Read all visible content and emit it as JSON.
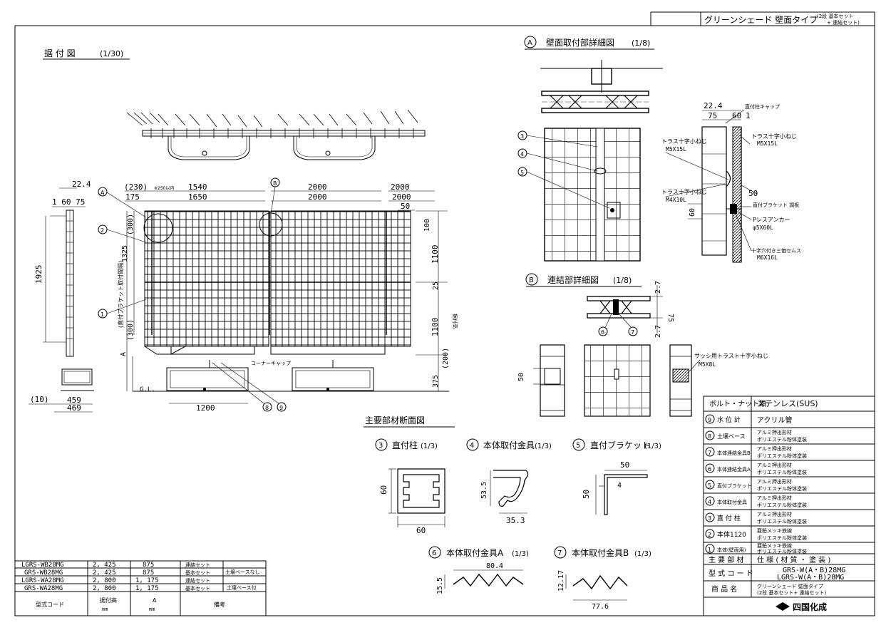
{
  "title_block": {
    "product": "グリーンシェード 壁面タイプ",
    "variant_line1": "(2段 基本セット",
    "variant_line2": "+ 連結セット)"
  },
  "views": {
    "installation": {
      "label": "据 付 図",
      "scale": "(1/30)"
    },
    "detail_a": {
      "marker": "A",
      "label": "壁面取付部詳細図",
      "scale": "(1/8)"
    },
    "detail_b": {
      "marker": "B",
      "label": "連結部詳細図",
      "scale": "(1/8)"
    },
    "sections": {
      "label": "主要部材断面図"
    }
  },
  "dims": {
    "d22_4": "22.4",
    "d1_60_75": "1 60 75",
    "d1925": "1925",
    "d1325": "1325",
    "d300a": "(300)",
    "d300b": "(300)",
    "d230": "(230)",
    "d230note": "※250以内",
    "d175": "175",
    "d1540": "1540",
    "d1650": "1650",
    "d2000a": "2000",
    "d2000b": "2000",
    "d2000c": "2000",
    "d2000d": "2000",
    "d50": "50",
    "d100": "100",
    "d1100a": "1100",
    "d25": "25",
    "d1100b": "1100",
    "d200": "(200)",
    "d375": "375",
    "dA": "A",
    "dGL": "G.L.",
    "d1200": "1200",
    "d10": "(10)",
    "d459": "459",
    "d469": "469",
    "bracket_note": "(直付ブラケット取付間隔)",
    "height_note": "据付高",
    "corner_cap": "コーナーキャップ",
    "a_224": "22.4",
    "a_75": "75",
    "a_60": "60",
    "a_1": "1",
    "a_50": "50",
    "a_60v": "60",
    "b_27a": "2.7",
    "b_27b": "2.7",
    "b_75": "75",
    "b_50": "50"
  },
  "callouts": {
    "cA": "A",
    "cB": "B",
    "c1": "1",
    "c2": "2",
    "c3": "3",
    "c4": "4",
    "c5": "5",
    "c6": "6",
    "c7": "7",
    "c8": "8",
    "c9": "9"
  },
  "detail_notes": {
    "n1": "直付柱キャップ",
    "n2a": "トラス十字小ねじ",
    "n2b": "M5X15L",
    "n3a": "トラス十字小ねじ",
    "n3b": "M5X15L",
    "n4a": "トラス十字小ねじ",
    "n4b": "M4X10L",
    "n5": "直付ブラケット 調板",
    "n6a": "Pレスアンカー",
    "n6b": "φ5X60L",
    "n7a": "十字穴付き三価セムス",
    "n7b": "M6X16L",
    "n8a": "サッシ用トラスト十字小ねじ",
    "n8b": "M5X8L"
  },
  "sections": {
    "s3": {
      "num": "3",
      "label": "直付柱",
      "scale": "(1/3)",
      "w": "60",
      "h": "60"
    },
    "s4": {
      "num": "4",
      "label": "本体取付金具",
      "scale": "(1/3)",
      "h": "53.5",
      "w": "35.3"
    },
    "s5": {
      "num": "5",
      "label": "直付ブラケット",
      "scale": "(1/3)",
      "w": "50",
      "h": "50",
      "t": "4"
    },
    "s6": {
      "num": "6",
      "label": "本体取付金具A",
      "scale": "(1/3)",
      "w": "80.4",
      "h": "15.5"
    },
    "s7": {
      "num": "7",
      "label": "本体取付金具B",
      "scale": "(1/3)",
      "w": "77.6",
      "h": "12.17"
    }
  },
  "model_table": {
    "rows": [
      [
        "LGRS-WB28MG",
        "2, 425",
        "875",
        "連結セット"
      ],
      [
        "GRS-WB28MG",
        "2, 425",
        "875",
        "基本セット"
      ],
      [
        "LGRS-WA28MG",
        "2, 800",
        "1, 175",
        "連結セット"
      ],
      [
        "GRS-WA28MG",
        "2, 800",
        "1, 175",
        "基本セット"
      ]
    ],
    "note_b": "土壌ベースなし",
    "note_a": "土壌ベース付",
    "headers": [
      "型式コード",
      "据付高",
      "A",
      "備考"
    ],
    "unit": "mm"
  },
  "parts_table": {
    "bolt_label": "ボルト・ナット類",
    "bolt_value": "ステンレス(SUS)",
    "rows": [
      {
        "num": "9",
        "name": "水 位 計",
        "spec1": "アクリル管",
        "spec2": ""
      },
      {
        "num": "8",
        "name": "土壌ベース",
        "spec1": "アルミ押出形材",
        "spec2": "ポリエステル粉体塗装"
      },
      {
        "num": "7",
        "name": "本体連結金具B",
        "spec1": "アルミ押出形材",
        "spec2": "ポリエステル粉体塗装"
      },
      {
        "num": "6",
        "name": "本体連結金具A",
        "spec1": "アルミ押出形材",
        "spec2": "ポリエステル粉体塗装"
      },
      {
        "num": "5",
        "name": "直付ブラケット",
        "spec1": "アルミ押出形材",
        "spec2": "ポリエステル粉体塗装"
      },
      {
        "num": "4",
        "name": "本体取付金具",
        "spec1": "アルミ押出形材",
        "spec2": "ポリエステル粉体塗装"
      },
      {
        "num": "3",
        "name": "直 付 柱",
        "spec1": "アルミ押出形材",
        "spec2": "ポリエステル粉体塗装"
      },
      {
        "num": "2",
        "name": "本体1120",
        "spec1": "亜鉛メッキ鉄線",
        "spec2": "ポリエステル粉体塗装"
      },
      {
        "num": "1",
        "name": "本体(壁面用)",
        "spec1": "亜鉛メッキ鉄線",
        "spec2": "ポリエステル粉体塗装"
      }
    ],
    "main_label": "主 要 部 材",
    "main_value": "仕 様 ( 材 質 ・ 塗 装 )",
    "model_label": "型 式 コ ー ド",
    "model_value1": "GRS-W(A・B)28MG",
    "model_value2": "LGRS-W(A・B)28MG",
    "product_label": "商 品 名",
    "product_value1": "グリーンシェード 壁面タイプ",
    "product_value2": "(2段 基本セット+ 連結セット)",
    "company": "四国化成"
  }
}
